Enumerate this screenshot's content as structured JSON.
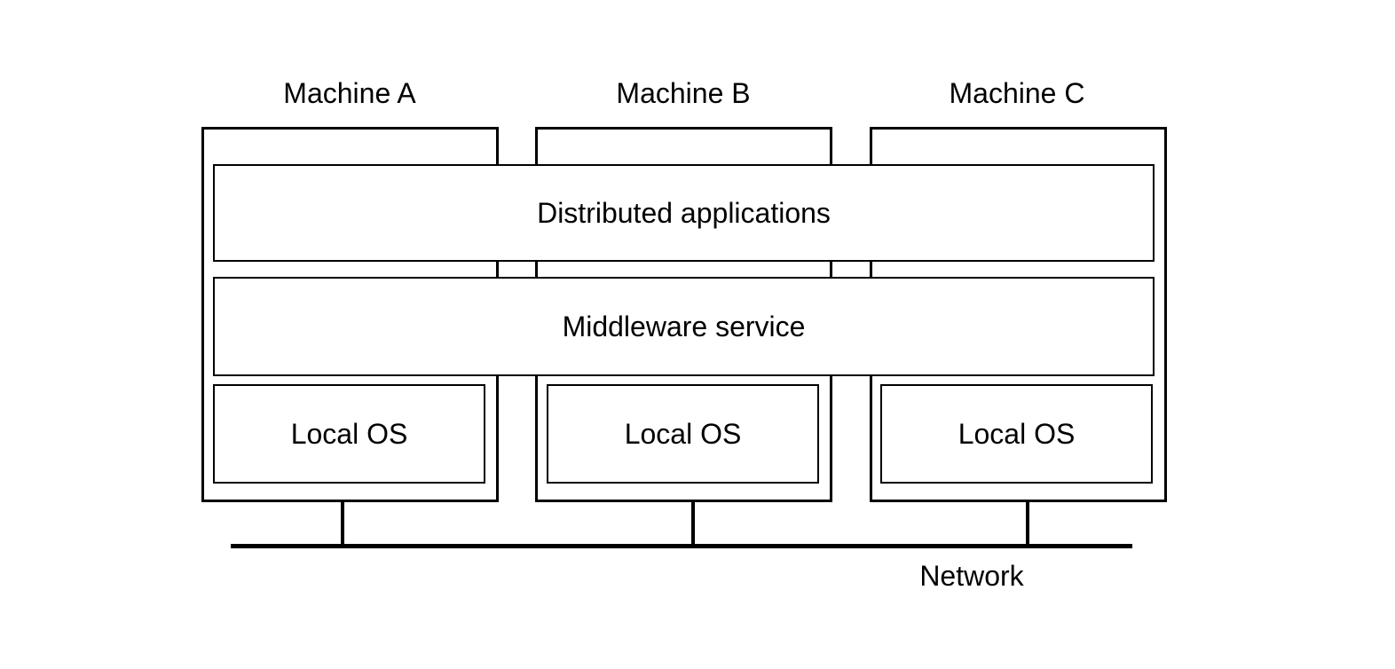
{
  "machines": [
    {
      "label": "Machine A",
      "os_label": "Local OS"
    },
    {
      "label": "Machine B",
      "os_label": "Local OS"
    },
    {
      "label": "Machine C",
      "os_label": "Local OS"
    }
  ],
  "layers": {
    "applications": "Distributed applications",
    "middleware": "Middleware service"
  },
  "network": {
    "label": "Network"
  }
}
